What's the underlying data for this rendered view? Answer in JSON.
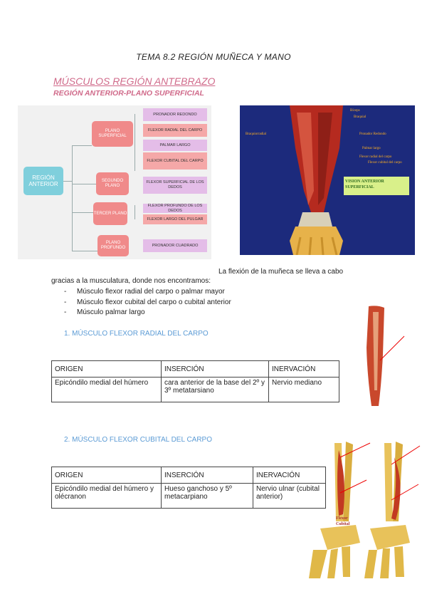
{
  "doc_title": "TEMA 8.2 REGIÓN MUÑECA Y MANO",
  "section_title": "MÚSCULOS REGIÓN ANTEBRAZO",
  "subsection_title": "REGIÓN ANTERIOR-PLANO SUPERFICIAL",
  "diagram": {
    "root": "REGIÓN ANTERIOR",
    "superficial": "PLANO SUPERFICIAL",
    "superficial_items": [
      "PRONADOR REDONDO",
      "FLEXOR RADIAL DEL CARPO",
      "PALMAR LARGO",
      "FLEXOR CUBITAL DEL CARPO"
    ],
    "segundo": "SEGUNDO PLANO",
    "segundo_items": [
      "FLEXOR SUPERFICIAL DE LOS DEDOS"
    ],
    "tercer": "TERCER PLANO",
    "tercer_items": [
      "FLEXOR PROFUNDO DE LOS DEDOS",
      "FLEXOR LARGO DEL PULGAR"
    ],
    "profundo": "PLANO PROFUNDO",
    "profundo_items": [
      "PRONADOR CUADRADO"
    ]
  },
  "photo": {
    "labels_right": [
      "Bíceps",
      "Braquial",
      "Pronador Redondo",
      "Palmar largo",
      "Flexor radial del carpo",
      "Flexor cubital del carpo"
    ],
    "label_left": "Braquiorradial",
    "caption": "VISION ANTERIOR SUPERFICIAL"
  },
  "paragraph_line1": "La flexión de la muñeca se lleva a cabo",
  "paragraph_line2": "gracias a la musculatura, donde nos encontramos:",
  "list_items": [
    "Músculo flexor radial del carpo o palmar mayor",
    "Músculo flexor cubital del carpo o cubital anterior",
    "Músculo palmar largo"
  ],
  "heading1": "1.   MÚSCULO FLEXOR RADIAL DEL CARPO",
  "table1": {
    "headers": [
      "ORIGEN",
      "INSERCIÓN",
      "INERVACIÓN"
    ],
    "row": [
      "Epicóndilo medial del húmero",
      "cara anterior de la base del 2º y 3º metatarsiano",
      "Nervio mediano"
    ]
  },
  "heading2": "2.   MÚSCULO FLEXOR CUBITAL DEL CARPO",
  "table2": {
    "headers": [
      "ORIGEN",
      "INSERCIÓN",
      "INERVACIÓN"
    ],
    "row": [
      "Epicóndilo medial del húmero y olécranon",
      "Hueso ganchoso y 5º metacarpiano",
      "Nervio ulnar (cubital anterior)"
    ]
  },
  "illustration_labels": [
    "Flexor",
    "Cubital"
  ]
}
